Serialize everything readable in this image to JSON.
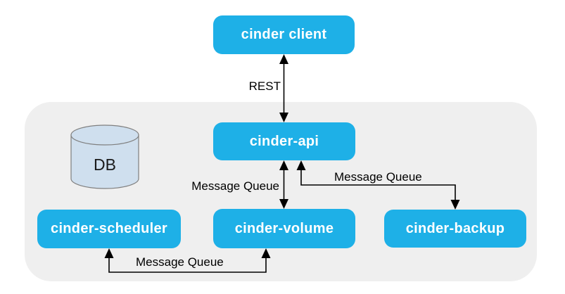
{
  "diagram": {
    "nodes": {
      "client": {
        "label": "cinder client"
      },
      "api": {
        "label": "cinder-api"
      },
      "scheduler": {
        "label": "cinder-scheduler"
      },
      "volume": {
        "label": "cinder-volume"
      },
      "backup": {
        "label": "cinder-backup"
      },
      "db": {
        "label": "DB"
      }
    },
    "edges": {
      "rest": {
        "label": "REST"
      },
      "mq_api_volume": {
        "label": "Message Queue"
      },
      "mq_api_backup": {
        "label": "Message Queue"
      },
      "mq_volume_scheduler": {
        "label": "Message Queue"
      }
    },
    "colors": {
      "node_fill": "#1eb0e7",
      "node_text": "#ffffff",
      "container_fill": "#efefef",
      "db_fill": "#cfdfee",
      "db_stroke": "#7f7f7f",
      "connector": "#000000"
    }
  }
}
